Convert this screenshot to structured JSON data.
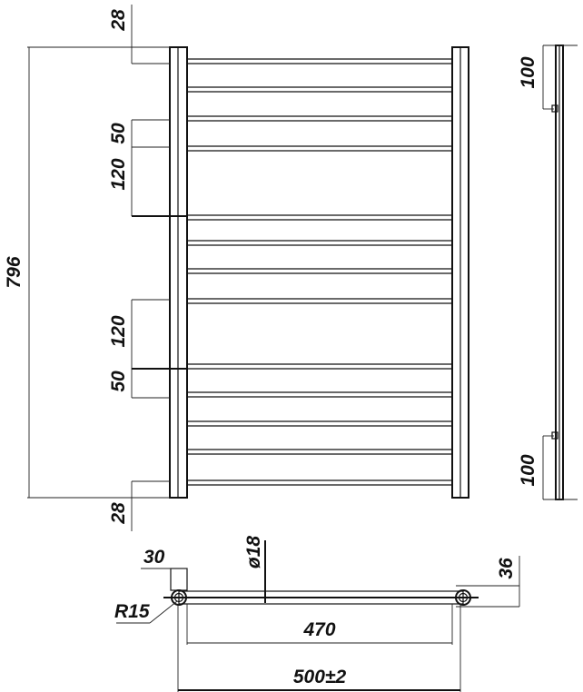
{
  "front_view": {
    "overall_height": "796",
    "top_offset": "28",
    "bottom_offset": "28",
    "upper_gap_small": "50",
    "upper_gap_large": "120",
    "lower_gap_large": "120",
    "lower_gap_small": "50"
  },
  "side_view": {
    "top_bracket": "100",
    "bottom_bracket": "100"
  },
  "top_view": {
    "bracket_offset": "30",
    "radius": "R15",
    "tube_diameter": "ø18",
    "wall_distance": "36",
    "inner_width": "470",
    "overall_width": "500±2"
  }
}
